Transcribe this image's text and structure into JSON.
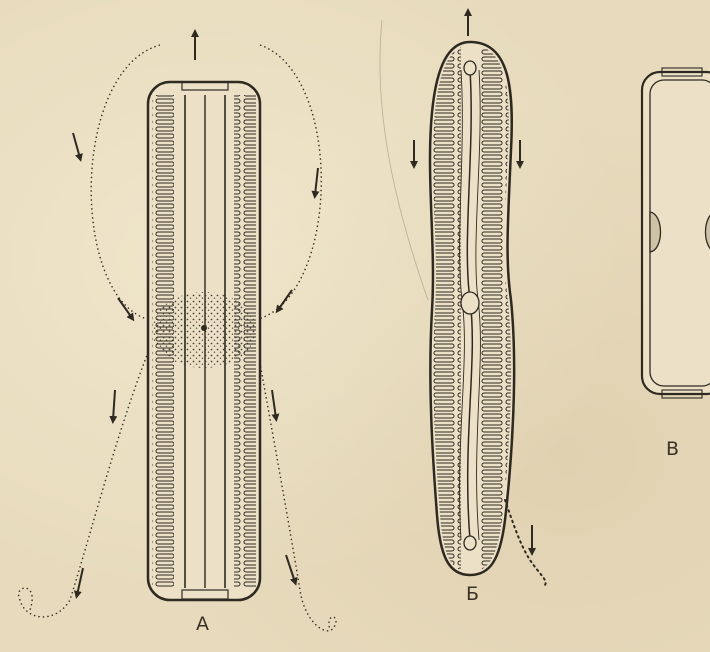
{
  "figure": {
    "labels": {
      "a": "А",
      "b": "Б",
      "c": "В"
    },
    "colors": {
      "paper": "#e8dbbd",
      "ink": "#2e2a22"
    }
  }
}
